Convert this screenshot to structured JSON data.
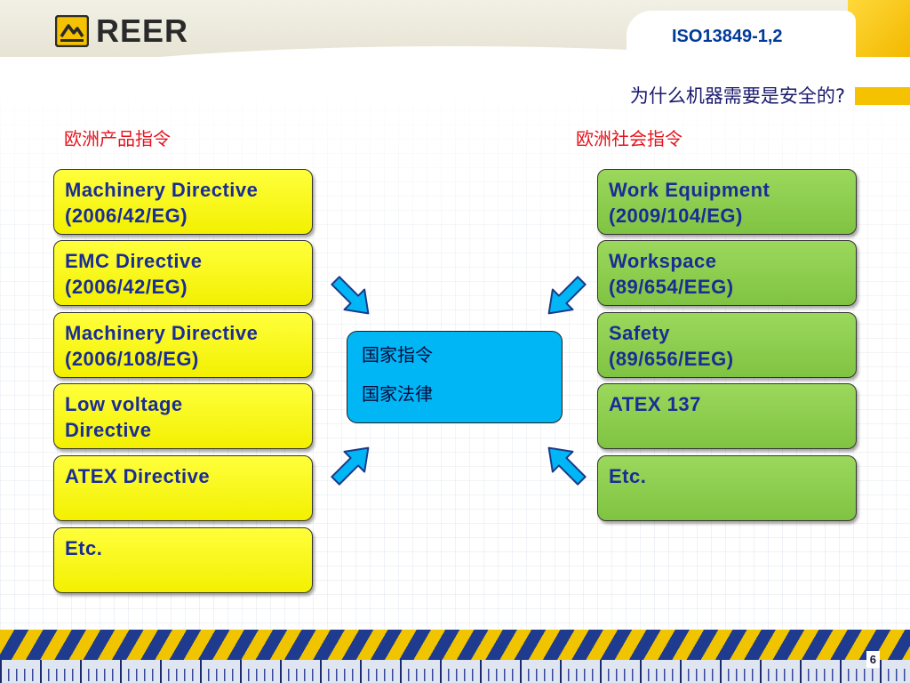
{
  "header": {
    "logo_text": "REER",
    "standard": "ISO13849-1,2"
  },
  "subtitle": "为什么机器需要是安全的?",
  "left_heading": "欧洲产品指令",
  "right_heading": "欧洲社会指令",
  "left_boxes": [
    {
      "text": "Machinery Directive\n(2006/42/EG)"
    },
    {
      "text": "EMC Directive\n(2006/42/EG)"
    },
    {
      "text": "Machinery Directive\n(2006/108/EG)"
    },
    {
      "text": "Low voltage\nDirective"
    },
    {
      "text": "ATEX Directive"
    },
    {
      "text": "Etc."
    }
  ],
  "right_boxes": [
    {
      "text": "Work Equipment\n(2009/104/EG)"
    },
    {
      "text": "Workspace\n(89/654/EEG)"
    },
    {
      "text": "Safety\n(89/656/EEG)"
    },
    {
      "text": "ATEX 137"
    },
    {
      "text": "Etc."
    }
  ],
  "center": {
    "line1": "国家指令",
    "line2": "国家法律"
  },
  "colors": {
    "left_box": "#ffff00",
    "right_box": "#8cc84b",
    "center_box": "#00b6f5",
    "heading_red": "#e5141d",
    "text_blue": "#1a2d96"
  },
  "page_number": "6"
}
